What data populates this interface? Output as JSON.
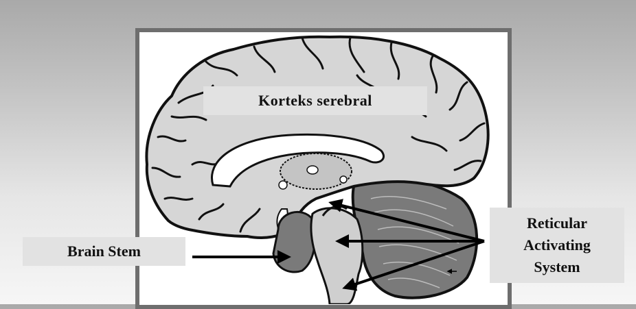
{
  "labels": {
    "cortex": "Korteks serebral",
    "brain_stem": "Brain Stem",
    "ras": [
      "Reticular",
      "Activating",
      "System"
    ]
  },
  "colors": {
    "background_top": "#a9a9a9",
    "background_bottom": "#f6f6f6",
    "frame_border": "#6e6e6e",
    "label_box": "#e2e2e2",
    "brain_fill": "#d6d6d6",
    "brain_outline": "#111111",
    "cerebellum": "#7a7a7a",
    "brainstem_fill": "#cfcfcf"
  }
}
